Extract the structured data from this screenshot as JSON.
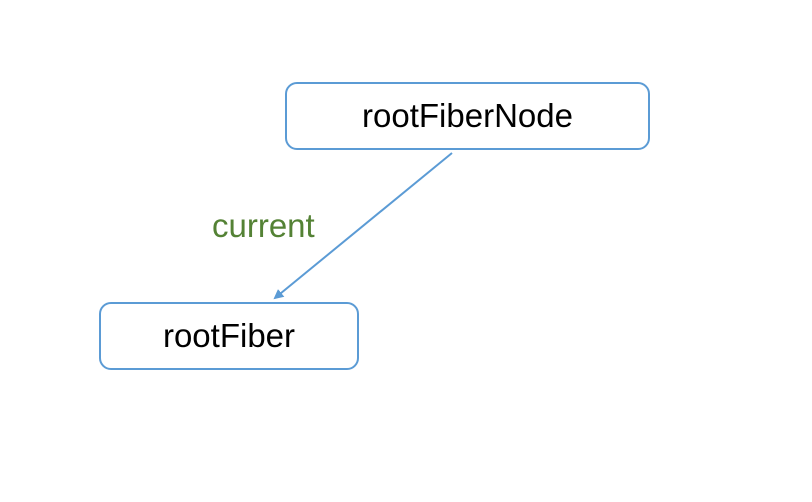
{
  "nodes": {
    "root_fiber_node": "rootFiberNode",
    "root_fiber": "rootFiber"
  },
  "edges": [
    {
      "from": "rootFiberNode",
      "to": "rootFiber",
      "label": "current"
    }
  ],
  "edge_label": "current",
  "colors": {
    "node_border": "#5b9bd5",
    "arrow": "#5b9bd5",
    "edge_label": "#548235",
    "node_text": "#000000"
  }
}
